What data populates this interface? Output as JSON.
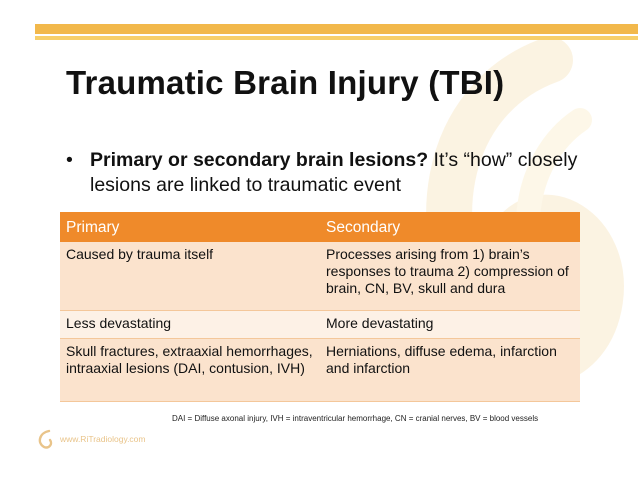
{
  "slide": {
    "title": "Traumatic Brain Injury (TBI)",
    "bullet_symbol": "•",
    "bullet_bold": "Primary or secondary brain lesions?",
    "bullet_rest": " It’s “how” closely lesions are linked to traumatic event"
  },
  "table": {
    "headers": [
      "Primary",
      "Secondary"
    ],
    "rows": [
      [
        "Caused by trauma itself",
        "Processes arising from 1) brain’s responses to trauma 2) compression of brain, CN, BV, skull and dura"
      ],
      [
        "Less devastating",
        "More devastating"
      ],
      [
        "Skull fractures, extraaxial hemorrhages, intraaxial lesions (DAI, contusion, IVH)",
        "Herniations, diffuse edema, infarction and infarction"
      ]
    ]
  },
  "footnote": "DAI = Diffuse axonal injury, IVH = intraventricular hemorrhage, CN = cranial nerves, BV = blood vessels",
  "site_label": "www.RiTradiology.com",
  "colors": {
    "header_orange": "#ef8a2a",
    "row_light": "#fdf1e6",
    "row_mid": "#fbe3cd",
    "band": "#f2b84b"
  },
  "icons": {
    "watermark": "swirl-watermark-icon",
    "site_logo": "swirl-logo-icon"
  }
}
